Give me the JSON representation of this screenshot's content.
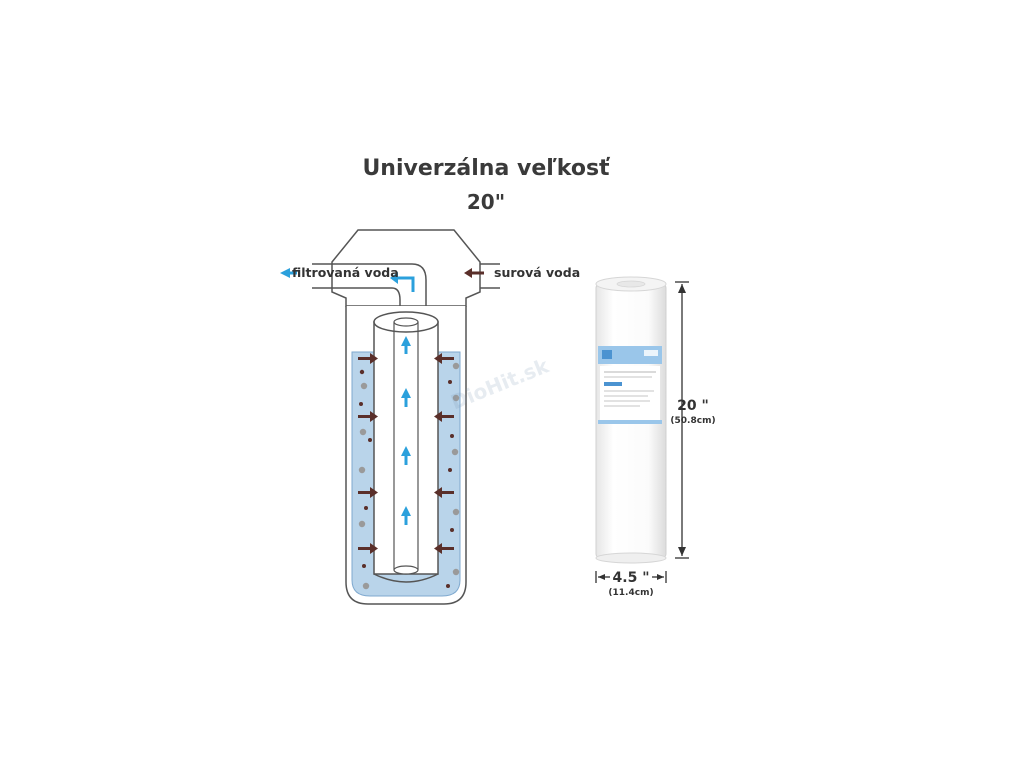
{
  "title": {
    "line1": "Univerzálna veľkosť",
    "line2": "20\""
  },
  "labels": {
    "outlet": "filtrovaná voda",
    "inlet": "surová voda"
  },
  "dimensions": {
    "height_main": "20 \"",
    "height_metric": "(50.8cm)",
    "width_main": "4.5 \"",
    "width_metric": "(11.4cm)"
  },
  "watermark": "DioHit.sk",
  "colors": {
    "water": "#b9d4ea",
    "water_edge": "#7fa9cf",
    "outline": "#555555",
    "flow_arrow": "#2ba0dc",
    "inflow_arrow": "#5a2f2a",
    "particle_dark": "#5a2f2a",
    "particle_grey": "#9a9a9a"
  }
}
